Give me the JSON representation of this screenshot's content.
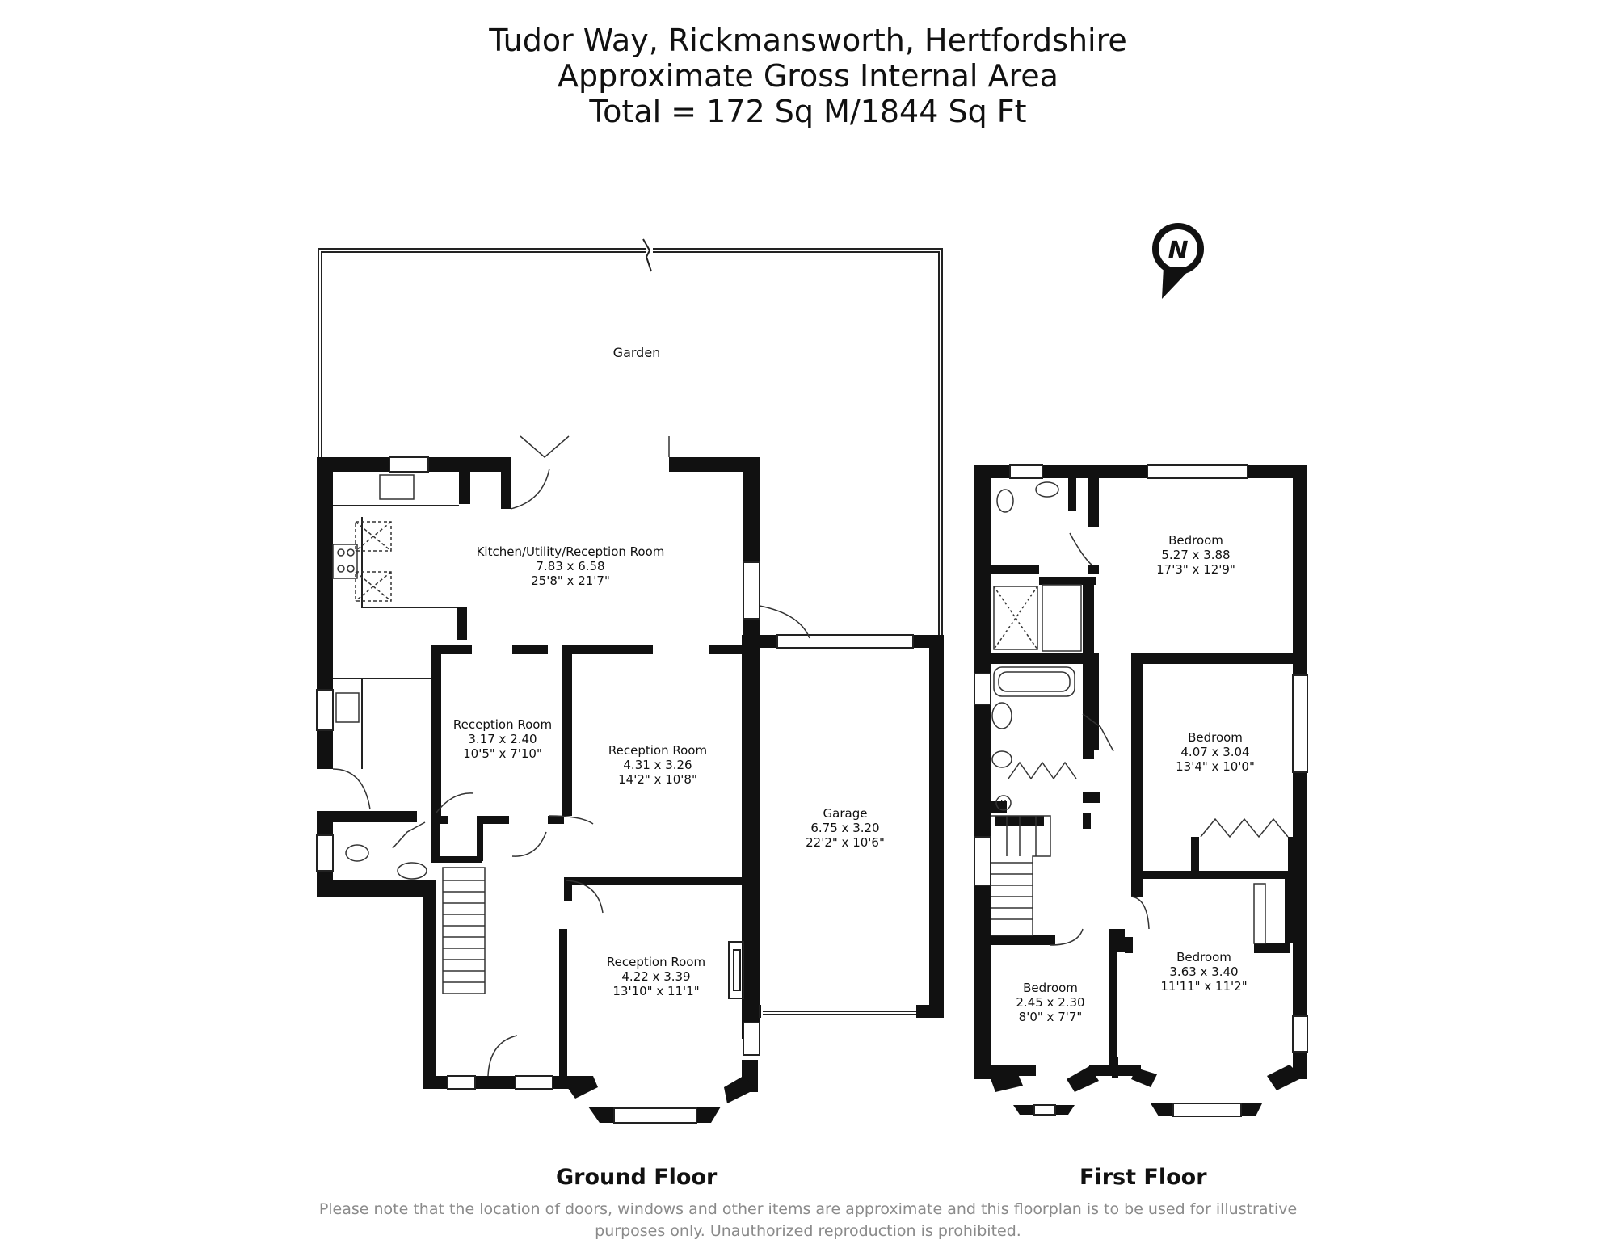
{
  "header": {
    "line1": "Tudor Way, Rickmansworth, Hertfordshire",
    "line2": "Approximate Gross Internal Area",
    "line3": "Total = 172 Sq M/1844 Sq Ft"
  },
  "compass": {
    "letter": "N"
  },
  "ground_floor": {
    "label": "Ground Floor",
    "garden": "Garden",
    "kitchen": {
      "name": "Kitchen/Utility/Reception Room",
      "metric": "7.83 x 6.58",
      "imperial": "25'8\" x 21'7\""
    },
    "reception_small": {
      "name": "Reception Room",
      "metric": "3.17 x 2.40",
      "imperial": "10'5\" x 7'10\""
    },
    "reception_middle": {
      "name": "Reception Room",
      "metric": "4.31 x 3.26",
      "imperial": "14'2\" x 10'8\""
    },
    "reception_front": {
      "name": "Reception Room",
      "metric": "4.22 x 3.39",
      "imperial": "13'10\" x 11'1\""
    },
    "garage": {
      "name": "Garage",
      "metric": "6.75 x 3.20",
      "imperial": "22'2\" x 10'6\""
    }
  },
  "first_floor": {
    "label": "First Floor",
    "boiler_marker": "B",
    "bedroom_rear": {
      "name": "Bedroom",
      "metric": "5.27 x 3.88",
      "imperial": "17'3\" x 12'9\""
    },
    "bedroom_side": {
      "name": "Bedroom",
      "metric": "4.07 x 3.04",
      "imperial": "13'4\" x 10'0\""
    },
    "bedroom_small": {
      "name": "Bedroom",
      "metric": "2.45 x 2.30",
      "imperial": "8'0\" x 7'7\""
    },
    "bedroom_front": {
      "name": "Bedroom",
      "metric": "3.63 x 3.40",
      "imperial": "11'11\" x 11'2\""
    }
  },
  "footer": {
    "line1": "Please note that the location of doors, windows and other items are approximate and this floorplan is to be used for illustrative",
    "line2": "purposes only. Unauthorized reproduction is prohibited."
  }
}
